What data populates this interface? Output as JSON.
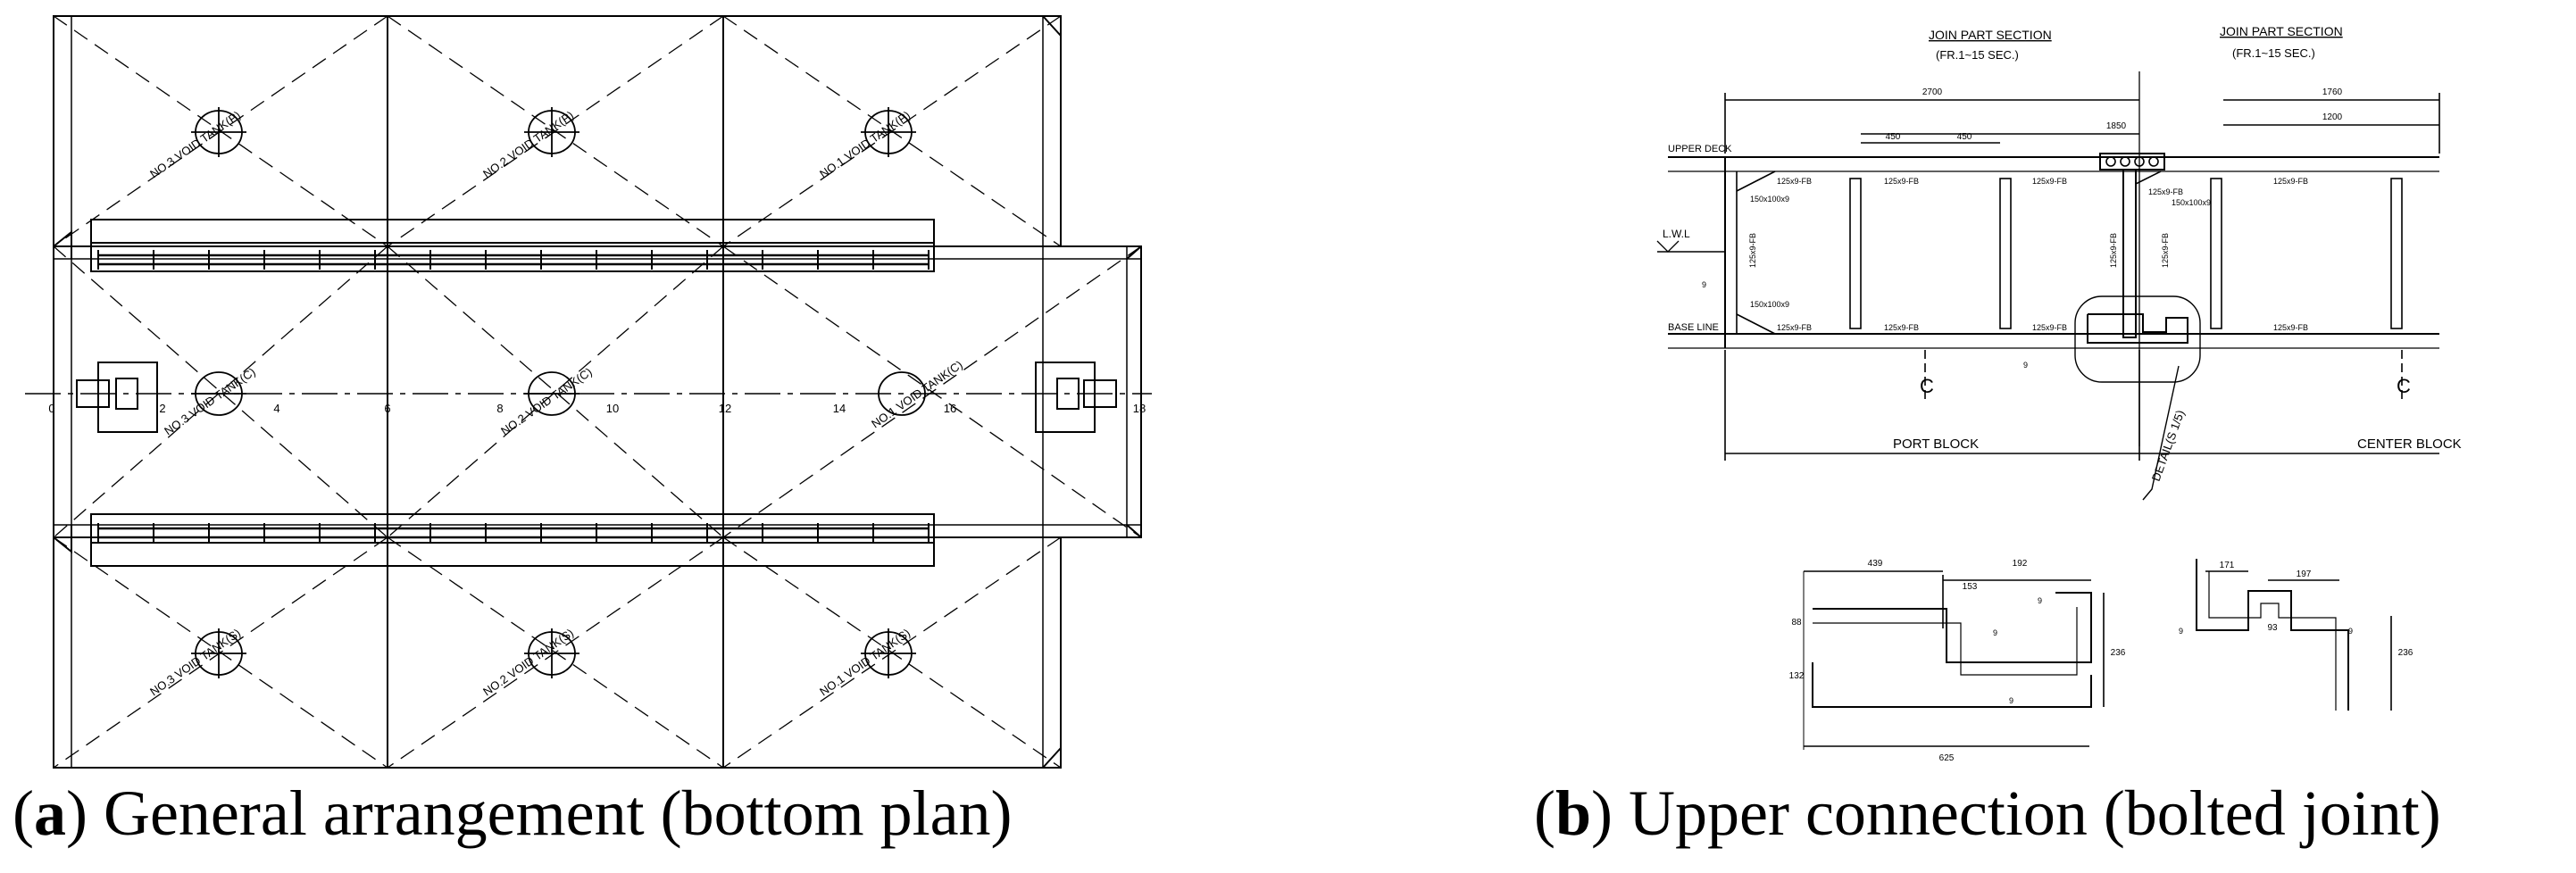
{
  "panel_a": {
    "caption_letter": "a",
    "caption_text": "General arrangement (bottom plan)",
    "tank_labels_top": [
      "NO.3 VOID TANK(P)",
      "NO.2 VOID TANK(P)",
      "NO.1 VOID TANK(P)"
    ],
    "tank_labels_mid": [
      "NO.3 VOID TANK(C)",
      "NO.2 VOID TANK(C)",
      "NO.1 VOID TANK(C)"
    ],
    "tank_labels_bot": [
      "NO.3 VOID TANK(S)",
      "NO.2 VOID TANK(S)",
      "NO.1 VOID TANK(S)"
    ],
    "frame_numbers": [
      "0",
      "2",
      "4",
      "6",
      "8",
      "10",
      "12",
      "14",
      "16",
      "18"
    ]
  },
  "panel_b": {
    "caption_letter": "b",
    "caption_text": "Upper connection (bolted joint)",
    "section_title_1": "JOIN PART SECTION",
    "section_sub_1": "(FR.1~15 SEC.)",
    "section_title_2": "JOIN PART SECTION",
    "section_sub_2": "(FR.1~15 SEC.)",
    "upper_deck": "UPPER DECK",
    "lwl": "L.W.L",
    "base_line": "BASE LINE",
    "port_block": "PORT BLOCK",
    "center_block": "CENTER BLOCK",
    "detail_label": "DETAIL(S 1/5)",
    "centerline": "C",
    "dims": {
      "d2700": "2700",
      "d1850": "1850",
      "d450a": "450",
      "d450b": "450",
      "d1760": "1760",
      "d1200": "1200",
      "d439": "439",
      "d192": "192",
      "d153": "153",
      "d625": "625",
      "d236": "236",
      "d88": "88",
      "d132": "132",
      "d171": "171",
      "d197": "197",
      "d93": "93",
      "d236b": "236"
    },
    "members": {
      "m1": "125x9-FB",
      "m2": "125x9-FB",
      "m3": "125x9-FB",
      "m4": "125x9-FB",
      "m5": "125x9-FB",
      "m6": "125x9-FB",
      "m7": "125x9-FB",
      "m8": "125x9-FB",
      "m9": "125x9-FB",
      "m10": "150x100x9",
      "m11": "150x100x9",
      "m12": "150x100x9",
      "m13": "125x9-FB",
      "m14": "125x9-FB",
      "m15": "125x9-FB"
    },
    "weld": "9"
  }
}
